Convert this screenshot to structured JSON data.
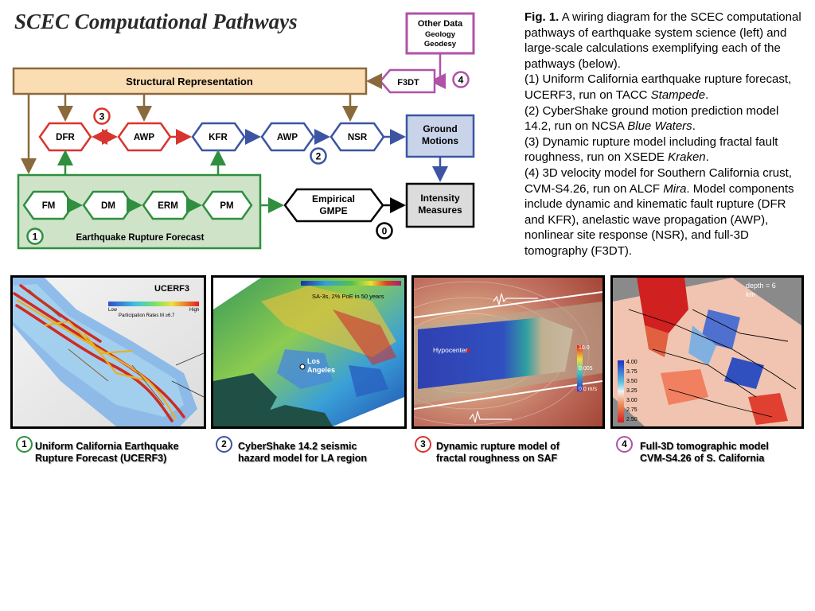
{
  "title": "SCEC Computational Pathways",
  "diagram": {
    "other_data": {
      "title": "Other Data",
      "line1": "Geology",
      "line2": "Geodesy"
    },
    "structural": "Structural Representation",
    "f3dt": "F3DT",
    "nodes": {
      "dfr": "DFR",
      "awp1": "AWP",
      "kfr": "KFR",
      "awp2": "AWP",
      "nsr": "NSR"
    },
    "ground_motions": {
      "line1": "Ground",
      "line2": "Motions"
    },
    "forecast_nodes": {
      "fm": "FM",
      "dm": "DM",
      "erm": "ERM",
      "pm": "PM"
    },
    "forecast_label": "Earthquake Rupture Forecast",
    "empirical": {
      "line1": "Empirical",
      "line2": "GMPE"
    },
    "intensity": {
      "line1": "Intensity",
      "line2": "Measures"
    },
    "badges": {
      "b0": "0",
      "b1": "1",
      "b2": "2",
      "b3": "3",
      "b4": "4"
    }
  },
  "caption": {
    "fig": "Fig. 1.",
    "intro": "A wiring diagram for the SCEC computational pathways of earthquake system science (left) and large-scale calculations exemplifying each of the pathways (below).",
    "p1": "(1) Uniform California earthquake rupture forecast, UCERF3, run on TACC",
    "p1_machine": "Stampede",
    "p2": "(2)  CyberShake ground motion prediction model 14.2, run on NCSA",
    "p2_machine": "Blue Waters",
    "p3": "(3) Dynamic rupture model including fractal fault roughness, run on XSEDE",
    "p3_machine": "Kraken",
    "p4": "(4) 3D velocity model for Southern California crust, CVM-S4.26, run on ALCF",
    "p4_machine": "Mira",
    "p4_rest": "Model components include dynamic and kinematic fault rupture (DFR and KFR), anelastic wave propagation (AWP), nonlinear site response (NSR), and full-3D tomography (F3DT).",
    "period": "."
  },
  "panels": {
    "p1": {
      "badge": "1",
      "tag": "UCERF3",
      "low": "Low",
      "high": "High",
      "legend": "Participation Rates M ≥6.7",
      "label1": "Uniform California Earthquake",
      "label2": "Rupture Forecast (UCERF3)"
    },
    "p2": {
      "badge": "2",
      "legend": "SA-3s, 2% PoE in 50 years",
      "city1": "Los",
      "city2": "Angeles",
      "label1": "CyberShake 14.2 seismic",
      "label2": "hazard model for LA region"
    },
    "p3": {
      "badge": "3",
      "hypocenter": "Hypocenter",
      "v1": "10.0",
      "v2": "0.005",
      "v3": "0.0 m/s",
      "label1": "Dynamic rupture model of",
      "label2": "fractal roughness on SAF"
    },
    "p4": {
      "badge": "4",
      "depth1": "depth = 6",
      "depth2": "km",
      "scale": [
        "4.00",
        "3.75",
        "3.50",
        "3.25",
        "3.00",
        "2.75",
        "2.50"
      ],
      "label1": "Full-3D tomographic model",
      "label2": "CVM-S4.26 of S. California"
    }
  },
  "colors": {
    "brown": "#8a6a3c",
    "red": "#d8352e",
    "blue": "#3b55a3",
    "green": "#2f8f3f",
    "purple": "#b052a8",
    "orange_fill": "#fbddb3",
    "green_fill": "#cfe3c9",
    "gray_fill": "#dcdcdc",
    "light_blue_fill": "#c9d3ea"
  }
}
